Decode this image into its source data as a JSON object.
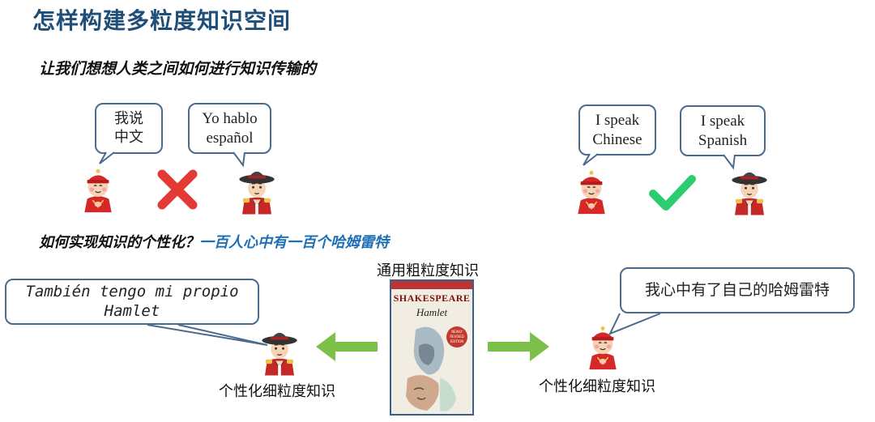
{
  "title": "怎样构建多粒度知识空间",
  "subtitle": "让我们想想人类之间如何进行知识传输的",
  "question": {
    "prefix": "如何实现知识的个性化？",
    "accent": "一百人心中有一百个哈姆雷特"
  },
  "bubbles": {
    "left_cn": [
      "我说",
      "中文"
    ],
    "left_es": [
      "Yo hablo",
      "español"
    ],
    "right_cn": [
      "I speak",
      "Chinese"
    ],
    "right_es": [
      "I speak",
      "Spanish"
    ],
    "bottom_left": [
      "También tengo mi propio",
      "Hamlet"
    ],
    "bottom_right": "我心中有了自己的哈姆雷特"
  },
  "labels": {
    "coarse": "通用粗粒度知识",
    "fine_left": "个性化细粒度知识",
    "fine_right": "个性化细粒度知识"
  },
  "book": {
    "author": "SHAKESPEARE",
    "title": "Hamlet",
    "badge": [
      "NEWLY",
      "REVISED",
      "EDITION"
    ]
  },
  "colors": {
    "title": "#1f4e79",
    "accent": "#1f6fb5",
    "cross": "#e53935",
    "check": "#2ecc71",
    "arrow": "#7cc04a",
    "bubble_border": "#4a6b8c"
  }
}
